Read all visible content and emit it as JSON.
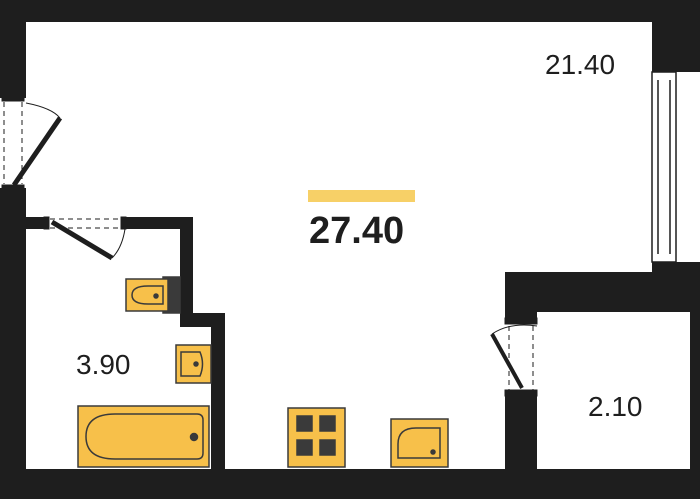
{
  "plan": {
    "total_area": "27.40",
    "rooms": [
      {
        "id": "main-room",
        "area": "21.40"
      },
      {
        "id": "bathroom",
        "area": "3.90"
      },
      {
        "id": "storage",
        "area": "2.10"
      }
    ]
  },
  "colors": {
    "wall": "#1e1e1e",
    "accent": "#f7d067",
    "fixture_fill": "#f7c04a",
    "fixture_stroke": "#3a3a3a",
    "background": "#ffffff"
  },
  "icons": [
    "toilet-icon",
    "sink-icon",
    "bathtub-icon",
    "stove-icon",
    "kitchen-sink-icon",
    "door-icon",
    "window-icon"
  ]
}
